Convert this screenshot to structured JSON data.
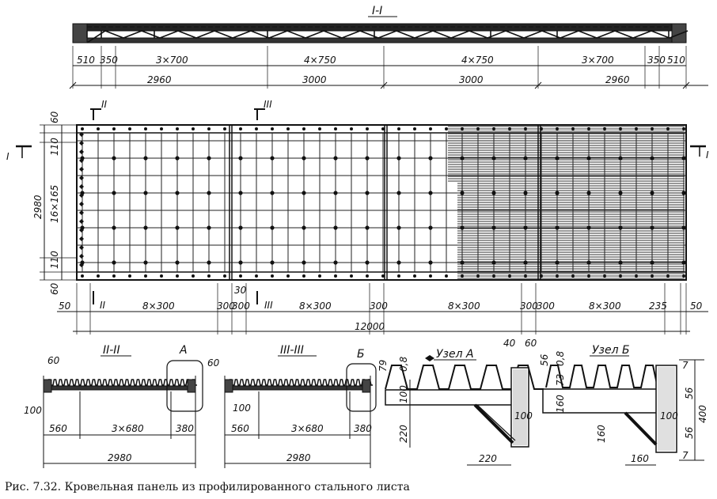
{
  "caption": "Рис. 7.32. Кровельная панель из профилированного стального листа",
  "section_labels": {
    "s1": "I-I",
    "s2": "II-II",
    "s3": "III-III",
    "mark_i": "I",
    "mark_ii": "II",
    "mark_iii": "III",
    "node_a": "Узел А",
    "node_b": "Узел Б",
    "callout_a": "А",
    "callout_b": "Б"
  },
  "truss_dims_top": [
    "510",
    "350",
    "3×700",
    "4×750",
    "4×750",
    "3×700",
    "350",
    "510"
  ],
  "truss_dims_bottom": [
    "2960",
    "3000",
    "3000",
    "2960"
  ],
  "plan_dims_left": [
    "60",
    "110",
    "16×165",
    "110",
    "60"
  ],
  "plan_dim_total_left": "2980",
  "plan_dims_bottom": [
    "50",
    "8×300",
    "300",
    "300",
    "8×300",
    "300",
    "8×300",
    "300",
    "300",
    "8×300",
    "235",
    "50"
  ],
  "plan_dim_30": "30",
  "plan_total": "12000",
  "sec2_dims": [
    "60",
    "60",
    "100",
    "560",
    "3×680",
    "380",
    "2980"
  ],
  "sec3_dims": [
    "100",
    "560",
    "3×680",
    "380",
    "2980"
  ],
  "node_a_dims": [
    "79",
    "0,8",
    "40",
    "60",
    "100",
    "220",
    "100",
    "220"
  ],
  "node_b_dims": [
    "56",
    "0,8",
    "73",
    "160",
    "100",
    "160",
    "160",
    "7",
    "56",
    "400",
    "56",
    "7"
  ]
}
